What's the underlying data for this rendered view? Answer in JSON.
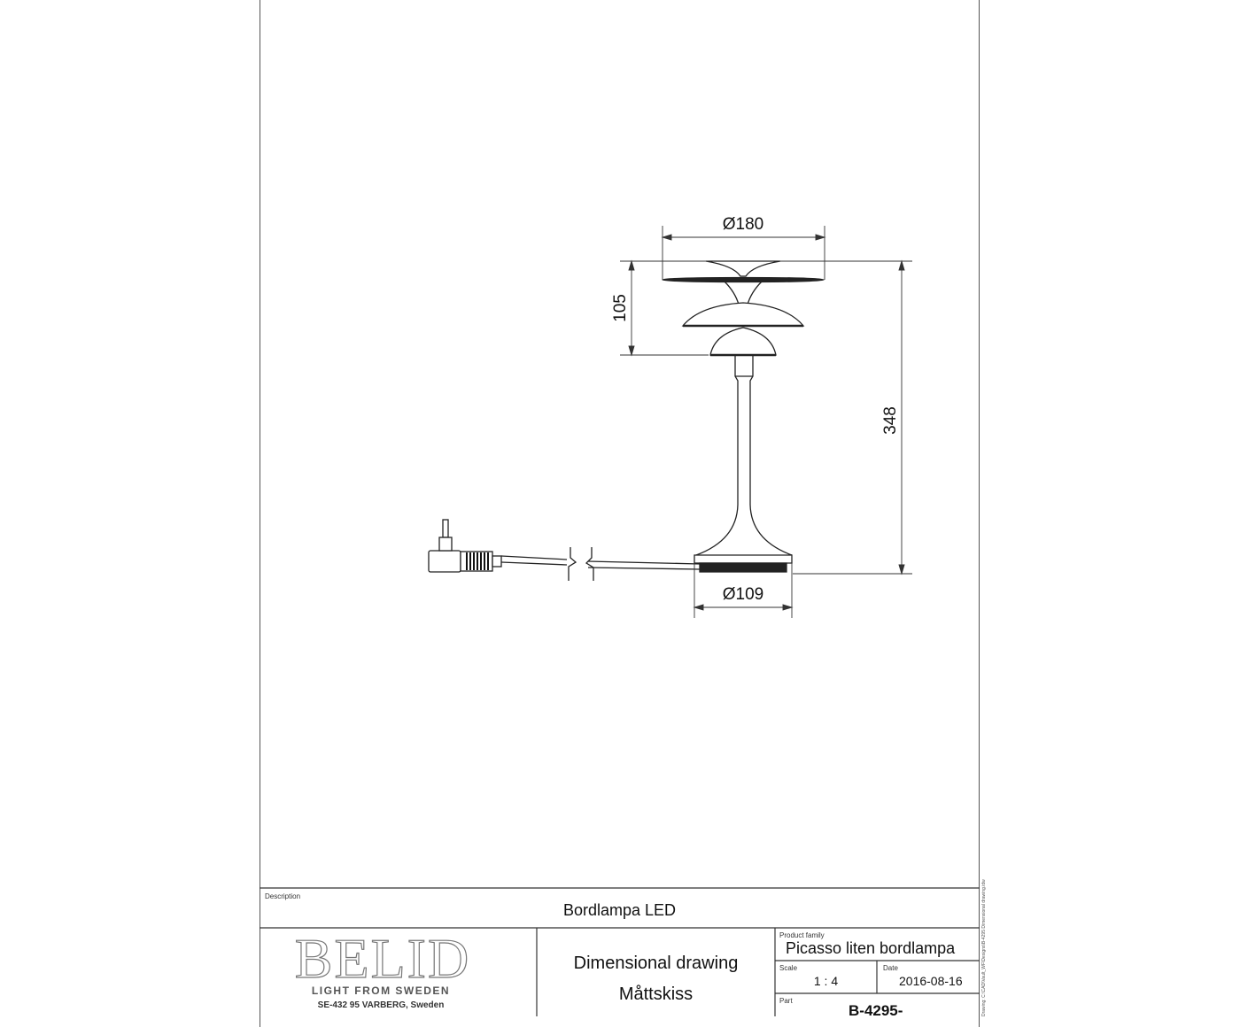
{
  "dimensions": {
    "top_diameter": "Ø180",
    "shade_height": "105",
    "total_height": "348",
    "base_diameter": "Ø109"
  },
  "title_block": {
    "description_label": "Description",
    "description": "Bordlampa LED",
    "company": {
      "logo_text": "BELID",
      "tagline": "LIGHT FROM SWEDEN",
      "address": "SE-432 95 VARBERG, Sweden"
    },
    "drawing_type_line1": "Dimensional drawing",
    "drawing_type_line2": "Måttskiss",
    "product_family_label": "Product family",
    "product_family": "Picasso liten bordlampa",
    "scale_label": "Scale",
    "scale": "1 : 4",
    "date_label": "Date",
    "date": "2016-08-16",
    "part_label": "Part",
    "part": "B-4295-"
  },
  "side_note": "Drawing: C:\\CAD\\Vault_WF\\Designs\\B-4295 Dimensional drawing.idw"
}
